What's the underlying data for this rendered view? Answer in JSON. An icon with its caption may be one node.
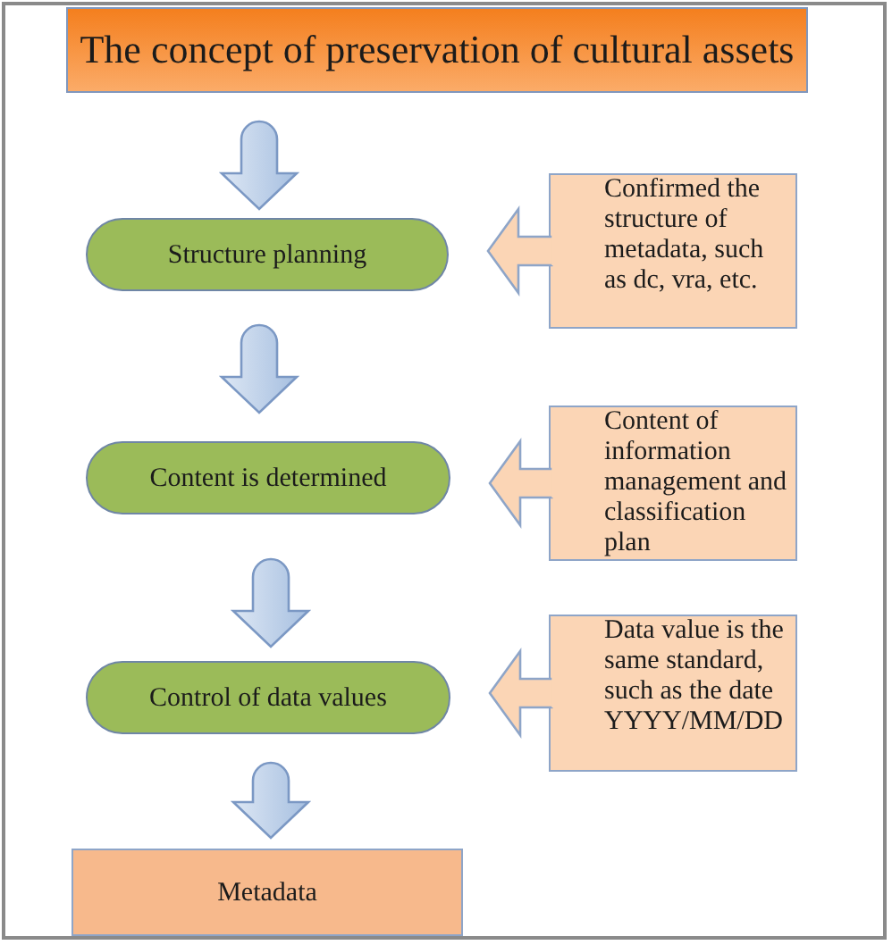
{
  "diagram": {
    "nodes": [
      {
        "text": [
          "The concept of preservation of cultural assets"
        ]
      },
      {
        "text": [
          "Structure planning"
        ]
      },
      {
        "text": [
          "Confirmed the structure of metadata, such as dc, vra, etc."
        ]
      },
      {
        "text": [
          "Content is determined"
        ]
      },
      {
        "text": [
          "Content of information management and classification plan"
        ]
      },
      {
        "text": [
          "Control of data values"
        ]
      },
      {
        "text": [
          "Data value is the same standard, such as the date YYYY/MM/DD"
        ]
      },
      {
        "text": [
          "Metadata"
        ]
      }
    ],
    "edges": [
      {
        "from": 0,
        "to": 1,
        "arrow": "to"
      },
      {
        "from": 2,
        "to": 1,
        "arrow": "to"
      },
      {
        "from": 1,
        "to": 3,
        "arrow": "to"
      },
      {
        "from": 4,
        "to": 3,
        "arrow": "to"
      },
      {
        "from": 3,
        "to": 5,
        "arrow": "to"
      },
      {
        "from": 6,
        "to": 5,
        "arrow": "to"
      },
      {
        "from": 5,
        "to": 7,
        "arrow": "to"
      }
    ]
  }
}
